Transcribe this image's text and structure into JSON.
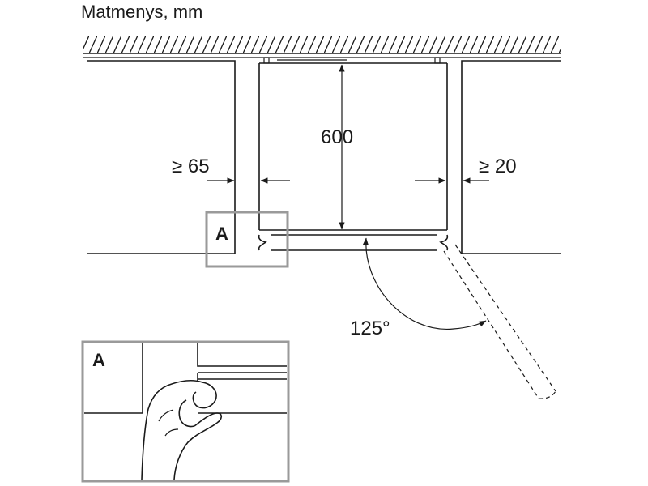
{
  "title": "Matmenys, mm",
  "dimensions": {
    "height": "600",
    "left_gap": "≥ 65",
    "right_gap": "≥ 20",
    "door_angle": "125°"
  },
  "detail": {
    "marker_label": "A",
    "inset_label": "A"
  },
  "colors": {
    "line": "#1a1a1a",
    "detail_frame": "#9a9a9a"
  }
}
